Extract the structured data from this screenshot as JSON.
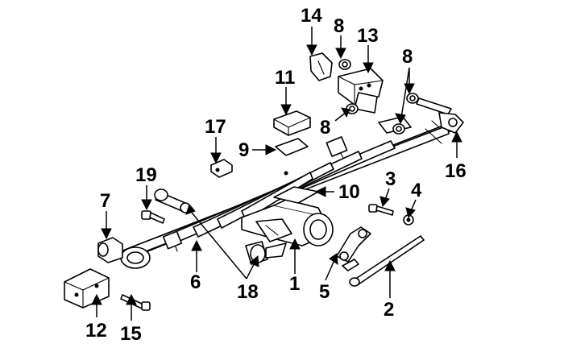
{
  "figure": {
    "background": "#ffffff",
    "ink": "#000000"
  },
  "callouts": [
    {
      "id": "14",
      "label": "14",
      "part": "shackle-bracket"
    },
    {
      "id": "8a",
      "label": "8",
      "part": "bushing"
    },
    {
      "id": "13",
      "label": "13",
      "part": "front-hanger"
    },
    {
      "id": "8b",
      "label": "8",
      "part": "bushing"
    },
    {
      "id": "11",
      "label": "11",
      "part": "spacer-plate"
    },
    {
      "id": "17",
      "label": "17",
      "part": "bracket"
    },
    {
      "id": "8c",
      "label": "8",
      "part": "bushing"
    },
    {
      "id": "9",
      "label": "9",
      "part": "pad"
    },
    {
      "id": "16",
      "label": "16",
      "part": "shackle"
    },
    {
      "id": "19",
      "label": "19",
      "part": "bolt"
    },
    {
      "id": "3",
      "label": "3",
      "part": "bolt"
    },
    {
      "id": "4",
      "label": "4",
      "part": "nut"
    },
    {
      "id": "10",
      "label": "10",
      "part": "lower-plate"
    },
    {
      "id": "7",
      "label": "7",
      "part": "bushing"
    },
    {
      "id": "6",
      "label": "6",
      "part": "leaf-spring"
    },
    {
      "id": "18",
      "label": "18",
      "part": "shock-absorber"
    },
    {
      "id": "1",
      "label": "1",
      "part": "axle-bracket"
    },
    {
      "id": "5",
      "label": "5",
      "part": "stabilizer-link"
    },
    {
      "id": "2",
      "label": "2",
      "part": "stabilizer-bar"
    },
    {
      "id": "12",
      "label": "12",
      "part": "rear-hanger"
    },
    {
      "id": "15",
      "label": "15",
      "part": "bolt"
    }
  ]
}
